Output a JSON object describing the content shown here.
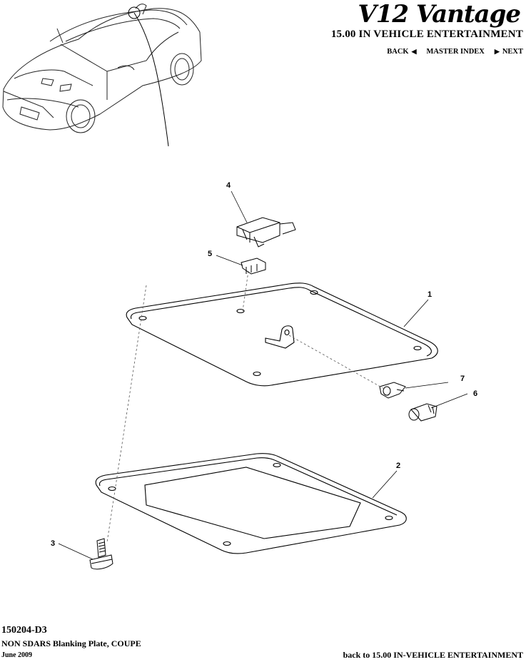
{
  "header": {
    "brand": "V12 Vantage",
    "section_title": "15.00 IN VEHICLE ENTERTAINMENT",
    "nav": {
      "back": "BACK",
      "master_index": "MASTER INDEX",
      "next": "NEXT"
    }
  },
  "callouts": [
    "1",
    "2",
    "3",
    "4",
    "5",
    "6",
    "7"
  ],
  "footer": {
    "code": "150204-D3",
    "description": "NON SDARS Blanking Plate, COUPE",
    "date": "June 2009",
    "back_link": "back to 15.00 IN-VEHICLE ENTERTAINMENT"
  }
}
